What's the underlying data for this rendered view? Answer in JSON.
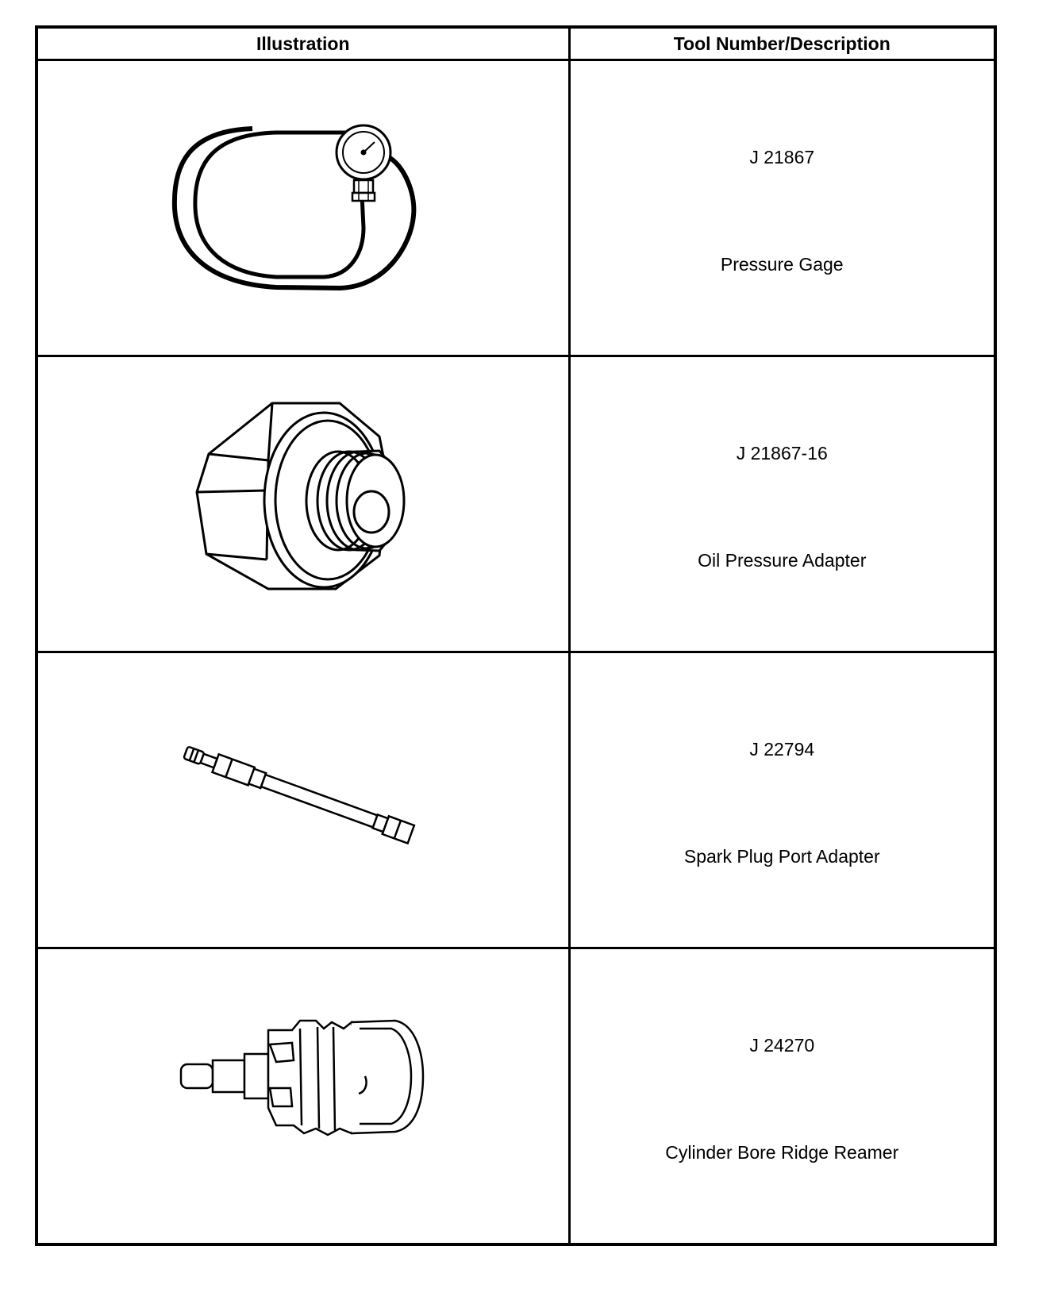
{
  "table": {
    "headers": {
      "illustration": "Illustration",
      "description": "Tool Number/Description"
    },
    "rows": [
      {
        "icon": "pressure-gage-icon",
        "number": "J 21867",
        "description": "Pressure Gage"
      },
      {
        "icon": "oil-pressure-adapter-icon",
        "number": "J 21867-16",
        "description": "Oil Pressure Adapter"
      },
      {
        "icon": "spark-plug-port-adapter-icon",
        "number": "J 22794",
        "description": "Spark Plug Port Adapter"
      },
      {
        "icon": "cylinder-bore-ridge-reamer-icon",
        "number": "J 24270",
        "description": "Cylinder Bore Ridge Reamer"
      }
    ]
  }
}
